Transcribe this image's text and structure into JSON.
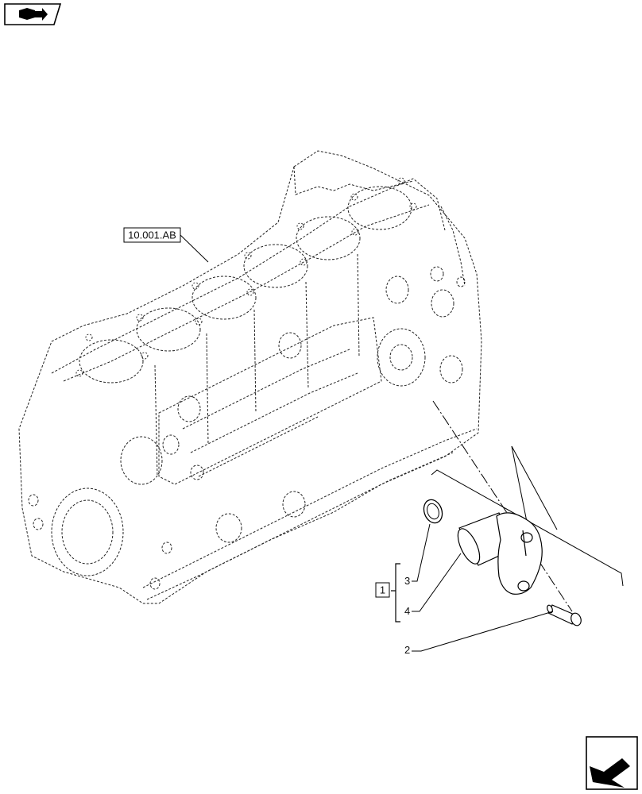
{
  "diagram": {
    "reference_label": "10.001.AB",
    "group_label": "1",
    "callouts": {
      "oring": "3",
      "pipe": "4",
      "screw": "2"
    }
  },
  "icons": {
    "top_left": "book-arrow-icon",
    "bottom_right": "next-page-arrow-icon"
  }
}
